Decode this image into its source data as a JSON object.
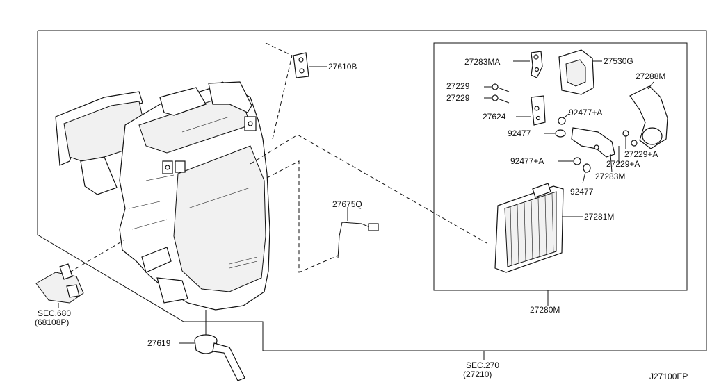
{
  "diagram_code": "J27100EP",
  "labels": {
    "p27610B": "27610B",
    "p27675Q": "27675Q",
    "p27619": "27619",
    "sec680_line1": "SEC.680",
    "sec680_line2": "(68108P)",
    "sec270_line1": "SEC.270",
    "sec270_line2": "(27210)",
    "p27283MA": "27283MA",
    "p27530G": "27530G",
    "p27288M": "27288M",
    "p27229_a": "27229",
    "p27229_b": "27229",
    "p27624": "27624",
    "p92477A_1": "92477+A",
    "p92477_1": "92477",
    "p27229A_1": "27229+A",
    "p27229A_2": "27229+A",
    "p92477A_2": "92477+A",
    "p27283M": "27283M",
    "p92477_2": "92477",
    "p27281M": "27281M",
    "p27280M": "27280M"
  }
}
